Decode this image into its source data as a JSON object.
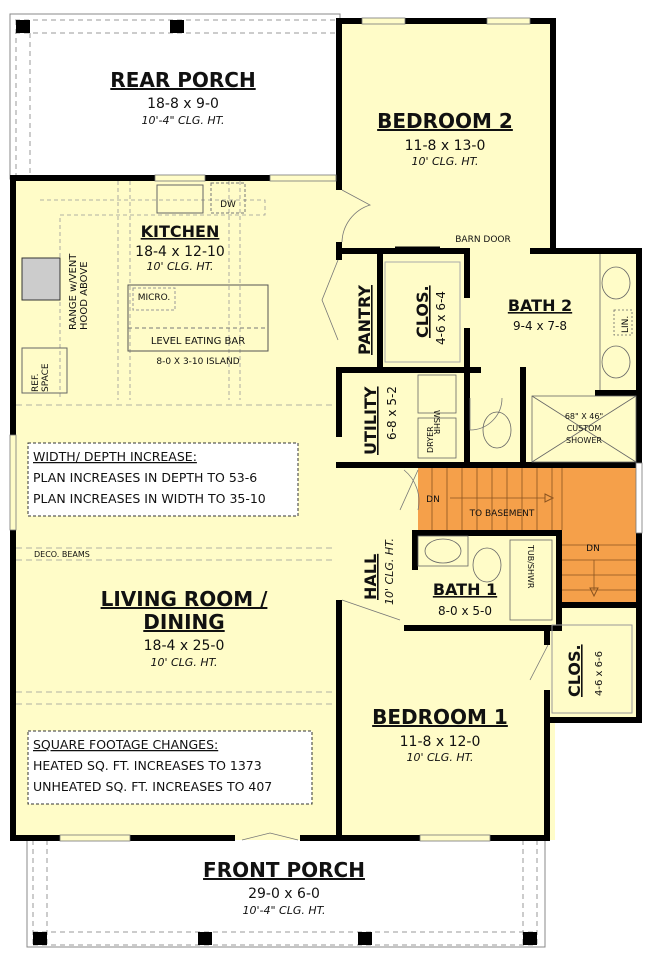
{
  "colors": {
    "interior_fill": "#fffcc8",
    "stair_fill": "#f5a04a",
    "wall": "#000000",
    "porch_fill": "#ffffff",
    "note_fill": "#ffffff"
  },
  "rooms": {
    "rear_porch": {
      "name": "REAR PORCH",
      "size": "18-8 x 9-0",
      "ceiling": "10'-4\" CLG. HT."
    },
    "bedroom2": {
      "name": "BEDROOM 2",
      "size": "11-8 x 13-0",
      "ceiling": "10' CLG. HT."
    },
    "kitchen": {
      "name": "KITCHEN",
      "size": "18-4 x 12-10",
      "ceiling": "10' CLG. HT."
    },
    "pantry": {
      "name": "PANTRY"
    },
    "closet2": {
      "name": "CLOS.",
      "size": "4-6 x 6-4"
    },
    "bath2": {
      "name": "BATH 2",
      "size": "9-4 x 7-8"
    },
    "utility": {
      "name": "UTILITY",
      "size": "6-8 x 5-2"
    },
    "hall": {
      "name": "HALL",
      "ceiling": "10' CLG. HT."
    },
    "bath1": {
      "name": "BATH 1",
      "size": "8-0 x 5-0"
    },
    "living": {
      "name_line1": "LIVING ROOM /",
      "name_line2": "DINING",
      "size": "18-4 x 25-0",
      "ceiling": "10' CLG. HT."
    },
    "closet1": {
      "name": "CLOS.",
      "size": "4-6 x 6-6"
    },
    "bedroom1": {
      "name": "BEDROOM 1",
      "size": "11-8 x 12-0",
      "ceiling": "10' CLG. HT."
    },
    "front_porch": {
      "name": "FRONT PORCH",
      "size": "29-0 x 6-0",
      "ceiling": "10'-4\" CLG. HT."
    }
  },
  "fixtures": {
    "dw": "DW",
    "range_line1": "RANGE w/VENT",
    "range_line2": "HOOD ABOVE",
    "ref_line1": "REF.",
    "ref_line2": "SPACE",
    "micro": "MICRO.",
    "eating_bar": "LEVEL EATING BAR",
    "island": "8-0 X 3-10 ISLAND",
    "barn_door": "BARN DOOR",
    "linen": "LIN.",
    "washer": "WSHR",
    "dryer": "DRYER",
    "shower_line1": "68\" X 46\"",
    "shower_line2": "CUSTOM",
    "shower_line3": "SHOWER",
    "tub": "TUB/SHWR",
    "stairs_dn1": "DN",
    "stairs_dn2": "DN",
    "to_basement": "TO BASEMENT",
    "deco_beams": "DECO. BEAMS"
  },
  "notes": {
    "width_depth": {
      "heading": "WIDTH/ DEPTH INCREASE:",
      "line1": "PLAN INCREASES IN DEPTH TO 53-6",
      "line2": "PLAN INCREASES IN WIDTH TO 35-10"
    },
    "square_footage": {
      "heading": "SQUARE FOOTAGE CHANGES:",
      "line1": "HEATED SQ. FT. INCREASES TO 1373",
      "line2": "UNHEATED SQ. FT. INCREASES TO 407"
    }
  }
}
